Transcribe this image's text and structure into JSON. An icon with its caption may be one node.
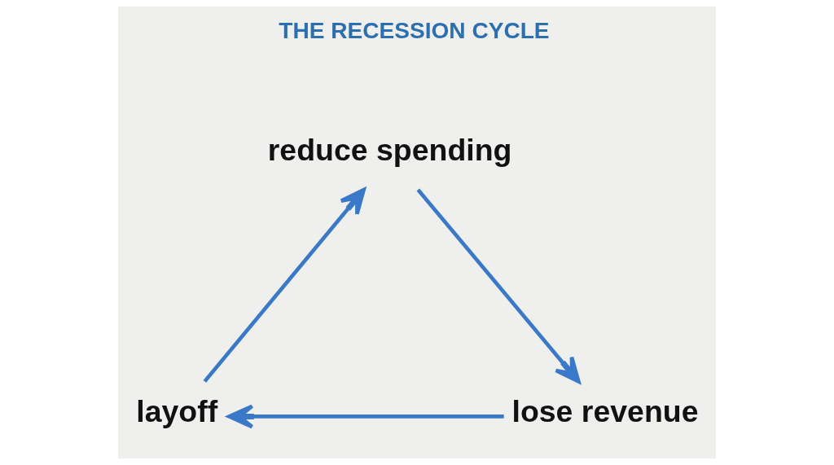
{
  "diagram": {
    "title": "THE RECESSION CYCLE",
    "nodes": [
      {
        "text": [
          "reduce spending"
        ]
      },
      {
        "text": [
          "lose revenue"
        ]
      },
      {
        "text": [
          "layoff"
        ]
      }
    ],
    "edges": [
      {
        "from": 0,
        "to": 1,
        "arrow": "to"
      },
      {
        "from": 1,
        "to": 2,
        "arrow": "to"
      },
      {
        "from": 2,
        "to": 0,
        "arrow": "to"
      }
    ]
  }
}
